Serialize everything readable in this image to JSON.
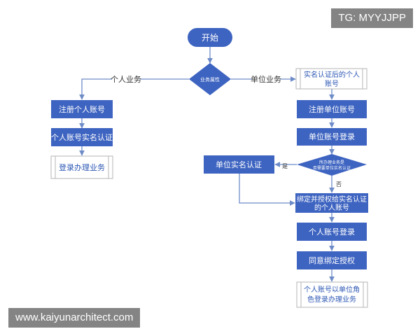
{
  "watermarks": {
    "top_right": "TG: MYYJJPP",
    "bottom_left": "www.kaiyunarchitect.com"
  },
  "colors": {
    "node_fill": "#3e64c1",
    "node_text": "#ffffff",
    "doc_border": "#b6b6b6",
    "doc_text": "#2d57b4",
    "edge": "#6e8cc8",
    "label_text": "#333333"
  },
  "flowchart": {
    "start": "开始",
    "business_type": "业务属性",
    "edge_personal": "个人业务",
    "edge_company": "单位业务",
    "personal": {
      "register": "注册个人账号",
      "verify": "个人账号实名认证",
      "login_doc": "登录办理业务"
    },
    "company": {
      "verified_account_l1": "实名认证后的个人",
      "verified_account_l2": "账号",
      "register": "注册单位账号",
      "login": "单位账号登录",
      "decision_l1": "所办理业务是",
      "decision_l2": "否需要单位实名认证",
      "edge_yes": "是",
      "edge_no": "否",
      "unit_verify": "单位实名认证",
      "bind_l1": "绑定并授权给实名认证",
      "bind_l2": "的个人账号",
      "personal_login": "个人账号登录",
      "agree": "同意绑定授权",
      "final_doc_l1": "个人账号以单位角",
      "final_doc_l2": "色登录办理业务"
    }
  }
}
